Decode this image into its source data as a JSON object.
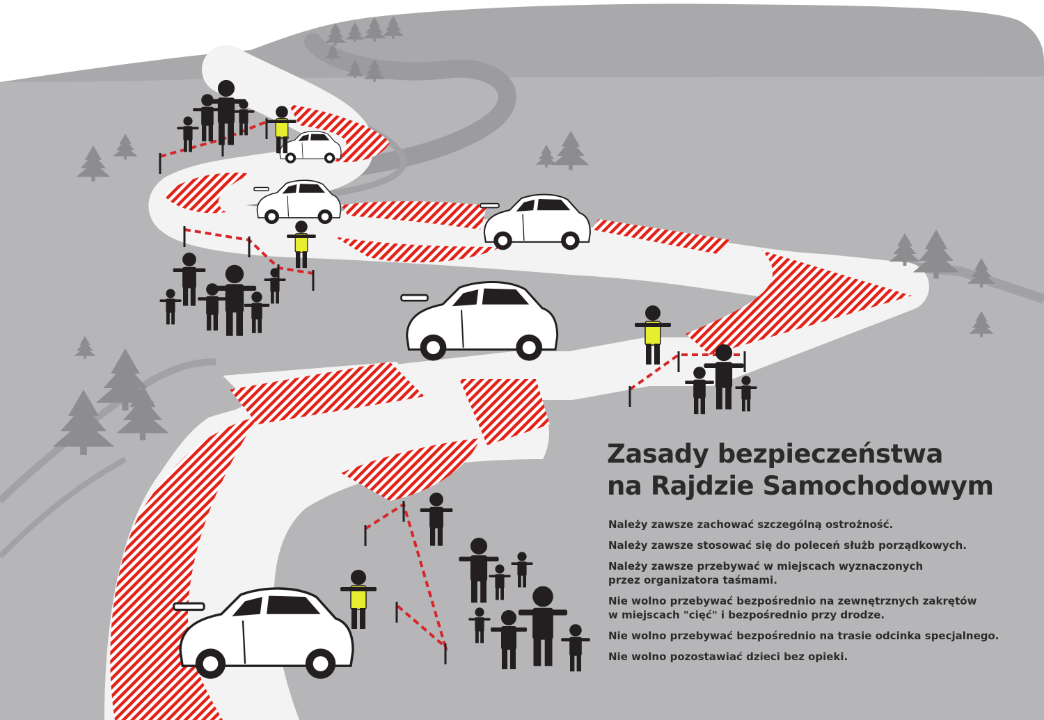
{
  "title": {
    "line1": "Zasady bezpieczeństwa",
    "line2": "na Rajdzie Samochodowym"
  },
  "rules": [
    "Należy zawsze zachować szczególną ostrożność.",
    "Należy zawsze stosować się do poleceń służb porządkowych.",
    "Należy zawsze przebywać w miejscach wyznaczonych\nprzez organizatora taśmami.",
    "Nie wolno przebywać bezpośrednio na zewnętrznych zakrętów\nw miejscach \"cięć\" i bezpośrednio przy drodze.",
    "Nie wolno przebywać bezpośrednio na trasie odcinka specjalnego.",
    "Nie wolno pozostawiać dzieci bez opieki."
  ],
  "colors": {
    "background": "#ffffff",
    "hill": "#a9a9ab",
    "terrain": "#b6b6b8",
    "road": "#f3f3f3",
    "danger_zone": "#e2231a",
    "tree": "#8d8d90",
    "person": "#231f20",
    "vest": "#e6ee2f",
    "tape": "#d6262a",
    "text": "#2b2b2b"
  },
  "icons": {
    "car": "rally-car-icon",
    "spectator": "person-icon",
    "marshal": "marshal-vest-icon",
    "tree": "pine-tree-icon",
    "tape": "barrier-tape-icon"
  }
}
